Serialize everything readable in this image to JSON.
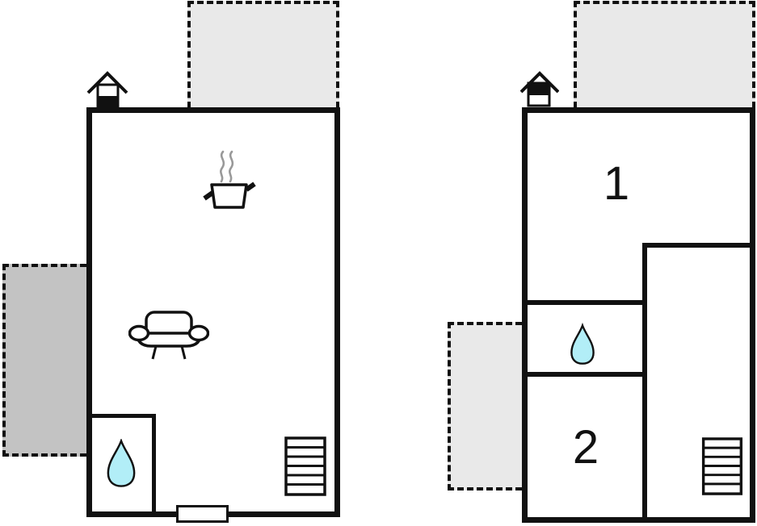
{
  "colors": {
    "wall": "#111111",
    "terrace_light": "#e9e9e9",
    "patio_dark": "#c3c3c3",
    "water_drop": "#b2eef7",
    "steam": "#999999",
    "background": "#ffffff"
  },
  "labels": {
    "room1": "1",
    "room2": "2"
  },
  "plans": [
    {
      "id": "ground-floor",
      "features": [
        "chimney",
        "terrace-top",
        "patio-left",
        "kitchen-stove",
        "sofa",
        "bathroom-water-drop",
        "stairs",
        "entrance-door"
      ]
    },
    {
      "id": "upper-floor",
      "rooms": [
        "1",
        "2"
      ],
      "features": [
        "chimney",
        "terrace-top",
        "patio-left",
        "bathroom-water-drop",
        "stairs",
        "landing"
      ]
    }
  ],
  "icons": [
    "chimney-icon",
    "steam-pot-icon",
    "sofa-icon",
    "water-drop-icon",
    "stairs-icon",
    "door-symbol"
  ]
}
